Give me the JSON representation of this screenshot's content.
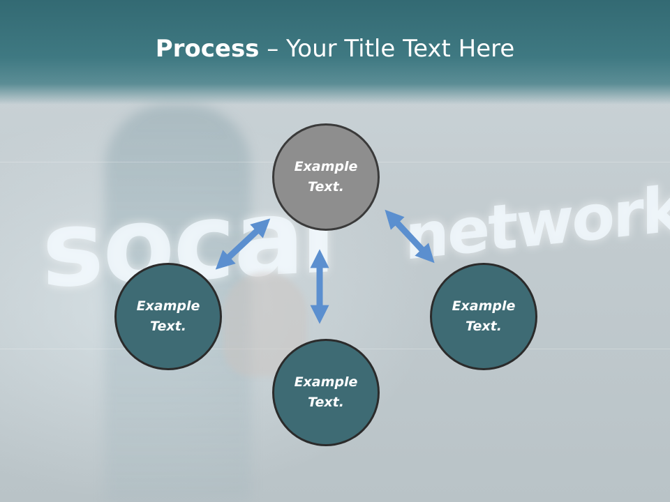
{
  "slide": {
    "title_bold": "Process",
    "title_rest": " – Your Title Text Here",
    "background_words": [
      "soc",
      "al",
      "network"
    ]
  },
  "nodes": {
    "top": "Example\nText.",
    "left": "Example\nText.",
    "right": "Example\nText.",
    "bottom": "Example\nText."
  },
  "colors": {
    "header": "#3f7982",
    "node_fill": "#3e6b74",
    "node_center_fill": "#8e8e8e",
    "arrow": "#5b8fcf"
  }
}
